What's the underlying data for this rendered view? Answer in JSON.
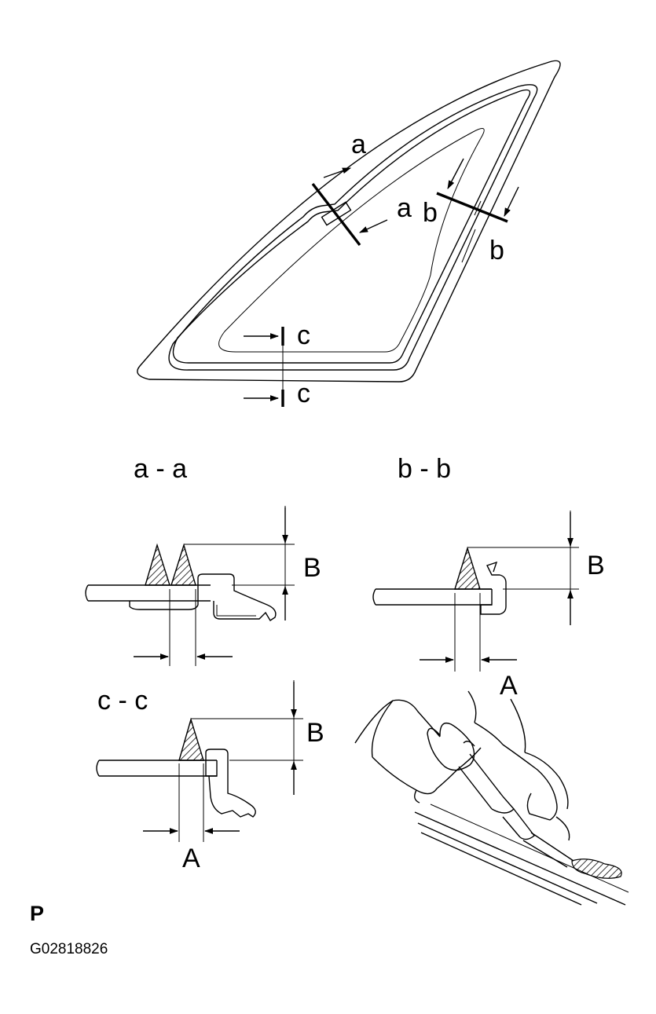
{
  "labels": {
    "cut_a": "a",
    "cut_b": "b",
    "cut_c": "c",
    "dim_A": "A",
    "dim_B": "B"
  },
  "section_titles": {
    "aa": "a - a",
    "bb": "b - b",
    "cc": "c - c"
  },
  "footer": {
    "mark": "P",
    "code": "G02818826"
  }
}
